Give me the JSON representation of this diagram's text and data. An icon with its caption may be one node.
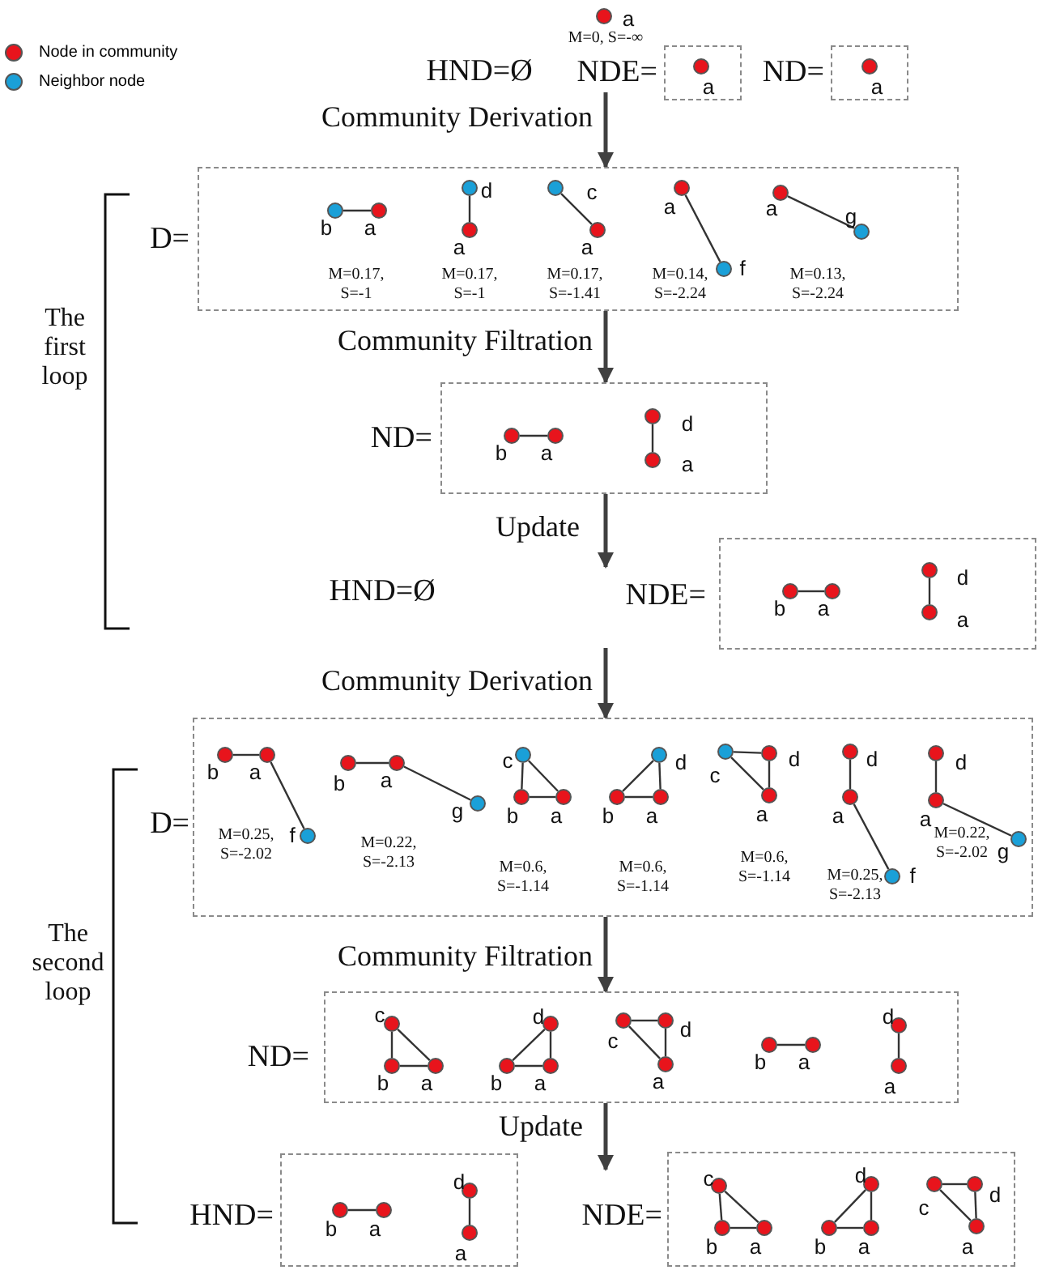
{
  "diagram": {
    "nodes": [
      {
        "text": [
          "a"
        ],
        "beside": [
          "M=0, S=-∞"
        ]
      },
      {
        "text": [
          "NDE="
        ]
      },
      {
        "text": [
          "a"
        ],
        "in": 1
      },
      {
        "text": [
          "ND="
        ]
      },
      {
        "text": [
          "a"
        ],
        "in": 3
      },
      {
        "text": [
          "D="
        ]
      },
      {
        "text": [
          "b"
        ],
        "in": 5
      },
      {
        "text": [
          "a"
        ],
        "in": 5
      },
      {
        "text": [
          "d"
        ],
        "in": 5
      },
      {
        "text": [
          "a"
        ],
        "in": 5
      },
      {
        "text": [
          "c"
        ],
        "in": 5
      },
      {
        "text": [
          "a"
        ],
        "in": 5
      },
      {
        "text": [
          "a"
        ],
        "in": 5
      },
      {
        "text": [
          "f"
        ],
        "in": 5
      },
      {
        "text": [
          "a"
        ],
        "in": 5
      },
      {
        "text": [
          "g"
        ],
        "in": 5
      },
      {
        "text": [
          "ND="
        ]
      },
      {
        "text": [
          "b"
        ],
        "in": 16
      },
      {
        "text": [
          "a"
        ],
        "in": 16
      },
      {
        "text": [
          "d"
        ],
        "in": 16
      },
      {
        "text": [
          "a"
        ],
        "in": 16
      },
      {
        "text": [
          "NDE="
        ]
      },
      {
        "text": [
          "b"
        ],
        "in": 21
      },
      {
        "text": [
          "a"
        ],
        "in": 21
      },
      {
        "text": [
          "d"
        ],
        "in": 21
      },
      {
        "text": [
          "a"
        ],
        "in": 21
      },
      {
        "text": [
          "D="
        ]
      },
      {
        "text": [
          "b"
        ],
        "in": 26
      },
      {
        "text": [
          "a"
        ],
        "in": 26
      },
      {
        "text": [
          "f"
        ],
        "in": 26
      },
      {
        "text": [
          "b"
        ],
        "in": 26
      },
      {
        "text": [
          "a"
        ],
        "in": 26
      },
      {
        "text": [
          "g"
        ],
        "in": 26
      },
      {
        "text": [
          "c"
        ],
        "in": 26
      },
      {
        "text": [
          "b"
        ],
        "in": 26
      },
      {
        "text": [
          "a"
        ],
        "in": 26
      },
      {
        "text": [
          "d"
        ],
        "in": 26
      },
      {
        "text": [
          "b"
        ],
        "in": 26
      },
      {
        "text": [
          "a"
        ],
        "in": 26
      },
      {
        "text": [
          "c"
        ],
        "in": 26
      },
      {
        "text": [
          "d"
        ],
        "in": 26
      },
      {
        "text": [
          "a"
        ],
        "in": 26
      },
      {
        "text": [
          "d"
        ],
        "in": 26
      },
      {
        "text": [
          "a"
        ],
        "in": 26
      },
      {
        "text": [
          "f"
        ],
        "in": 26
      },
      {
        "text": [
          "d"
        ],
        "in": 26
      },
      {
        "text": [
          "a"
        ],
        "in": 26
      },
      {
        "text": [
          "g"
        ],
        "in": 26
      },
      {
        "text": [
          "ND="
        ]
      },
      {
        "text": [
          "c"
        ],
        "in": 48
      },
      {
        "text": [
          "b"
        ],
        "in": 48
      },
      {
        "text": [
          "a"
        ],
        "in": 48
      },
      {
        "text": [
          "d"
        ],
        "in": 48
      },
      {
        "text": [
          "b"
        ],
        "in": 48
      },
      {
        "text": [
          "a"
        ],
        "in": 48
      },
      {
        "text": [
          "c"
        ],
        "in": 48
      },
      {
        "text": [
          "d"
        ],
        "in": 48
      },
      {
        "text": [
          "a"
        ],
        "in": 48
      },
      {
        "text": [
          "b"
        ],
        "in": 48
      },
      {
        "text": [
          "a"
        ],
        "in": 48
      },
      {
        "text": [
          "d"
        ],
        "in": 48
      },
      {
        "text": [
          "a"
        ],
        "in": 48
      },
      {
        "text": [
          "HND="
        ]
      },
      {
        "text": [
          "b"
        ],
        "in": 62
      },
      {
        "text": [
          "a"
        ],
        "in": 62
      },
      {
        "text": [
          "d"
        ],
        "in": 62
      },
      {
        "text": [
          "a"
        ],
        "in": 62
      },
      {
        "text": [
          "NDE="
        ]
      },
      {
        "text": [
          "c"
        ],
        "in": 67
      },
      {
        "text": [
          "b"
        ],
        "in": 67
      },
      {
        "text": [
          "a"
        ],
        "in": 67
      },
      {
        "text": [
          "d"
        ],
        "in": 67
      },
      {
        "text": [
          "b"
        ],
        "in": 67
      },
      {
        "text": [
          "a"
        ],
        "in": 67
      },
      {
        "text": [
          "c"
        ],
        "in": 67
      },
      {
        "text": [
          "d"
        ],
        "in": 67
      },
      {
        "text": [
          "a"
        ],
        "in": 67
      }
    ],
    "edges": [
      {
        "from": 1,
        "to": 5,
        "arrow": "to",
        "label": "Community Derivation"
      },
      {
        "from": 6,
        "to": 7,
        "arrow": "none"
      },
      {
        "from": 8,
        "to": 9,
        "arrow": "none"
      },
      {
        "from": 10,
        "to": 11,
        "arrow": "none"
      },
      {
        "from": 12,
        "to": 13,
        "arrow": "none"
      },
      {
        "from": 14,
        "to": 15,
        "arrow": "none"
      },
      {
        "from": 5,
        "to": 16,
        "arrow": "to",
        "label": "Community Filtration"
      },
      {
        "from": 17,
        "to": 18,
        "arrow": "none"
      },
      {
        "from": 19,
        "to": 20,
        "arrow": "none"
      },
      {
        "from": 16,
        "to": 21,
        "arrow": "to",
        "label": "Update"
      },
      {
        "from": 22,
        "to": 23,
        "arrow": "none"
      },
      {
        "from": 24,
        "to": 25,
        "arrow": "none"
      },
      {
        "from": 21,
        "to": 26,
        "arrow": "to",
        "label": "Community Derivation"
      },
      {
        "from": 27,
        "to": 28,
        "arrow": "none"
      },
      {
        "from": 28,
        "to": 29,
        "arrow": "none"
      },
      {
        "from": 30,
        "to": 31,
        "arrow": "none"
      },
      {
        "from": 31,
        "to": 32,
        "arrow": "none"
      },
      {
        "from": 33,
        "to": 34,
        "arrow": "none"
      },
      {
        "from": 34,
        "to": 35,
        "arrow": "none"
      },
      {
        "from": 33,
        "to": 35,
        "arrow": "none"
      },
      {
        "from": 36,
        "to": 37,
        "arrow": "none"
      },
      {
        "from": 36,
        "to": 38,
        "arrow": "none"
      },
      {
        "from": 37,
        "to": 38,
        "arrow": "none"
      },
      {
        "from": 39,
        "to": 40,
        "arrow": "none"
      },
      {
        "from": 39,
        "to": 41,
        "arrow": "none"
      },
      {
        "from": 40,
        "to": 41,
        "arrow": "none"
      },
      {
        "from": 42,
        "to": 43,
        "arrow": "none"
      },
      {
        "from": 43,
        "to": 44,
        "arrow": "none"
      },
      {
        "from": 45,
        "to": 46,
        "arrow": "none"
      },
      {
        "from": 46,
        "to": 47,
        "arrow": "none"
      },
      {
        "from": 26,
        "to": 48,
        "arrow": "to",
        "label": "Community Filtration"
      },
      {
        "from": 49,
        "to": 50,
        "arrow": "none"
      },
      {
        "from": 50,
        "to": 51,
        "arrow": "none"
      },
      {
        "from": 49,
        "to": 51,
        "arrow": "none"
      },
      {
        "from": 52,
        "to": 53,
        "arrow": "none"
      },
      {
        "from": 52,
        "to": 54,
        "arrow": "none"
      },
      {
        "from": 53,
        "to": 54,
        "arrow": "none"
      },
      {
        "from": 55,
        "to": 56,
        "arrow": "none"
      },
      {
        "from": 55,
        "to": 57,
        "arrow": "none"
      },
      {
        "from": 56,
        "to": 57,
        "arrow": "none"
      },
      {
        "from": 58,
        "to": 59,
        "arrow": "none"
      },
      {
        "from": 60,
        "to": 61,
        "arrow": "none"
      },
      {
        "from": 48,
        "to": 67,
        "arrow": "to",
        "label": "Update"
      },
      {
        "from": 63,
        "to": 64,
        "arrow": "none"
      },
      {
        "from": 65,
        "to": 66,
        "arrow": "none"
      },
      {
        "from": 68,
        "to": 69,
        "arrow": "none"
      },
      {
        "from": 69,
        "to": 70,
        "arrow": "none"
      },
      {
        "from": 68,
        "to": 70,
        "arrow": "none"
      },
      {
        "from": 71,
        "to": 72,
        "arrow": "none"
      },
      {
        "from": 71,
        "to": 73,
        "arrow": "none"
      },
      {
        "from": 72,
        "to": 73,
        "arrow": "none"
      },
      {
        "from": 74,
        "to": 75,
        "arrow": "none"
      },
      {
        "from": 74,
        "to": 76,
        "arrow": "none"
      },
      {
        "from": 75,
        "to": 76,
        "arrow": "none"
      }
    ],
    "labels": [
      "HND=Ø",
      "M=0.17, S=-1",
      "M=0.17, S=-1",
      "M=0.17, S=-1.41",
      "M=0.14, S=-2.24",
      "M=0.13, S=-2.24",
      "The first loop",
      "HND=Ø",
      "M=0.25, S=-2.02",
      "M=0.22, S=-2.13",
      "M=0.6, S=-1.14",
      "M=0.6, S=-1.14",
      "M=0.6, S=-1.14",
      "M=0.25, S=-2.13",
      "M=0.22, S=-2.02",
      "The second loop"
    ],
    "legend": [
      {
        "text": "Node in community",
        "color": "#e8141c"
      },
      {
        "text": "Neighbor node",
        "color": "#1aa0d8"
      }
    ]
  }
}
